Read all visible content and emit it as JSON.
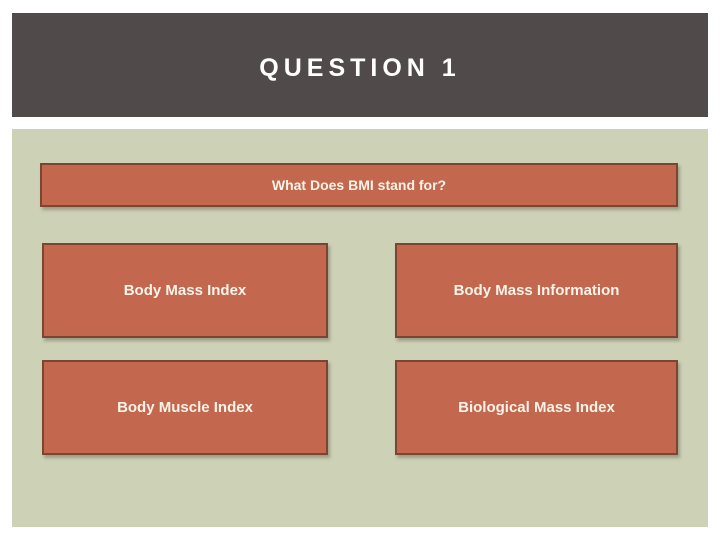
{
  "slide": {
    "header": {
      "title": "QUESTION 1"
    },
    "question": {
      "text": "What Does BMI stand for?"
    },
    "answers": [
      {
        "label": "Body Mass Index"
      },
      {
        "label": "Body Mass Information"
      },
      {
        "label": "Body Muscle Index"
      },
      {
        "label": "Biological Mass Index"
      }
    ],
    "colors": {
      "header_bg": "#514a4a",
      "body_bg": "#cdd1b5",
      "box_fill": "#c4674f",
      "box_border": "#7a4634",
      "text_light": "#f9f4e9",
      "title_color": "#ffffff"
    }
  }
}
